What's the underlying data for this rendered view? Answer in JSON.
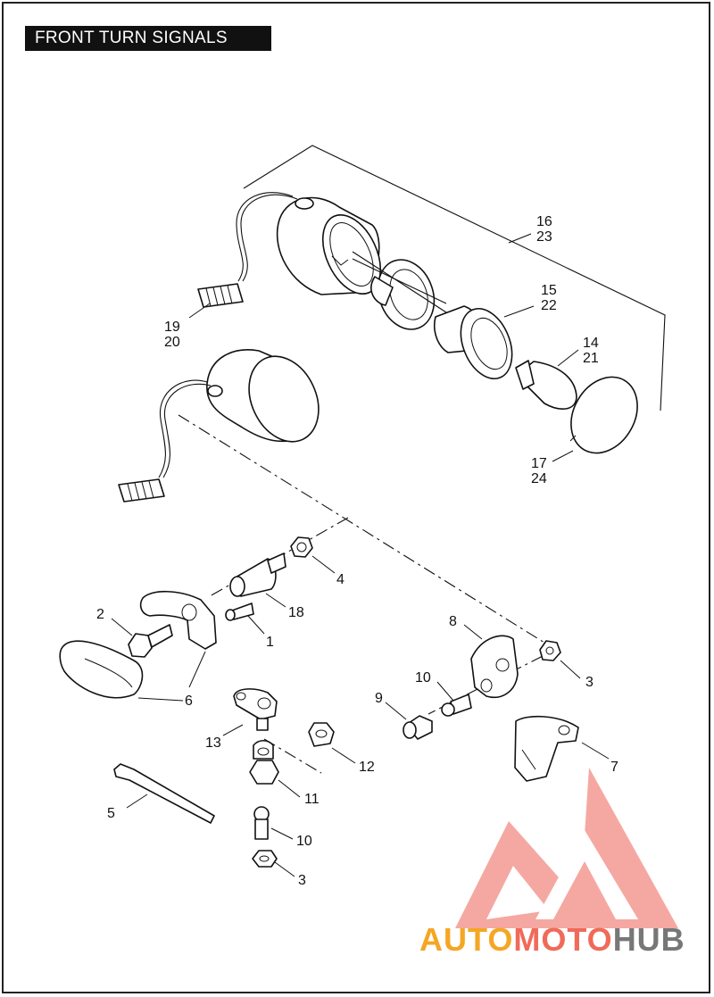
{
  "title": "FRONT TURN SIGNALS",
  "callouts": {
    "c16": "16",
    "c23": "23",
    "c15": "15",
    "c22": "22",
    "c14": "14",
    "c21": "21",
    "c19": "19",
    "c20": "20",
    "c17": "17",
    "c24": "24",
    "c4": "4",
    "c18": "18",
    "c2": "2",
    "c1": "1",
    "c8": "8",
    "c3a": "3",
    "c10a": "10",
    "c9": "9",
    "c6": "6",
    "c13": "13",
    "c12": "12",
    "c7": "7",
    "c11": "11",
    "c5": "5",
    "c10b": "10",
    "c3b": "3"
  },
  "watermark": {
    "part1": "AUTO",
    "part2": "MOTO",
    "part3": "HUB",
    "colors": {
      "orange": "#f5a623",
      "red": "#f06a5a",
      "gray": "#777777"
    }
  }
}
